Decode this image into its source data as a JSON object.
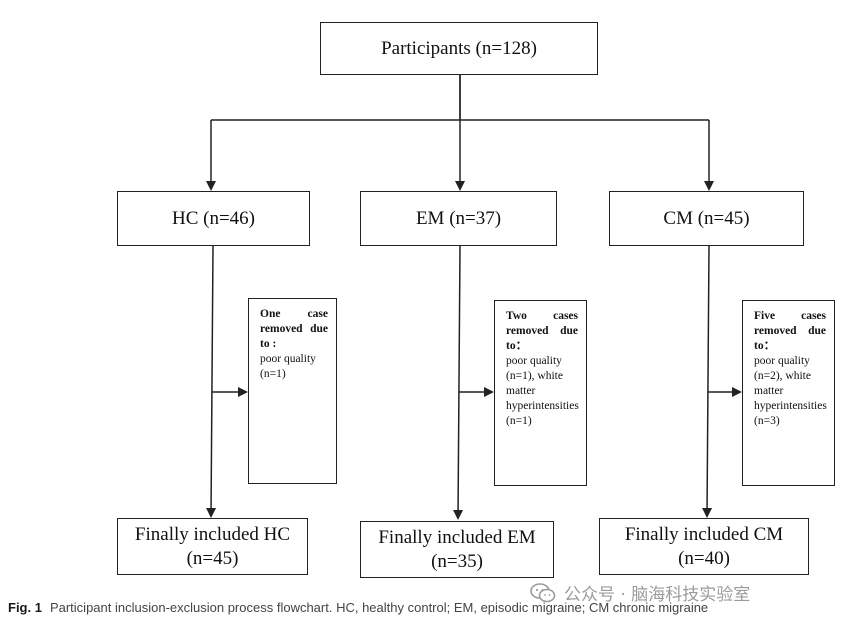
{
  "top": {
    "label": "Participants (n=128)"
  },
  "groups": [
    {
      "label": "HC (n=46)",
      "exclusion": {
        "header": "One case removed due to :",
        "detail": "poor quality (n=1)"
      },
      "final": {
        "line1": "Finally included HC",
        "line2": "(n=45)"
      }
    },
    {
      "label": "EM (n=37)",
      "exclusion": {
        "header": "Two cases removed due to：",
        "detail": "poor quality (n=1), white matter hyperintensities (n=1)"
      },
      "final": {
        "line1": "Finally included EM",
        "line2": "(n=35)"
      }
    },
    {
      "label": "CM (n=45)",
      "exclusion": {
        "header": "Five cases removed due to：",
        "detail": "poor quality (n=2), white matter hyperintensities (n=3)"
      },
      "final": {
        "line1": "Finally included CM",
        "line2": "(n=40)"
      }
    }
  ],
  "caption": {
    "label": "Fig. 1",
    "text": "Participant inclusion-exclusion process flowchart. HC, healthy control; EM, episodic migraine; CM chronic migraine"
  },
  "watermark": {
    "text": "公众号 · 脑海科技实验室",
    "icon": "wechat-icon"
  }
}
